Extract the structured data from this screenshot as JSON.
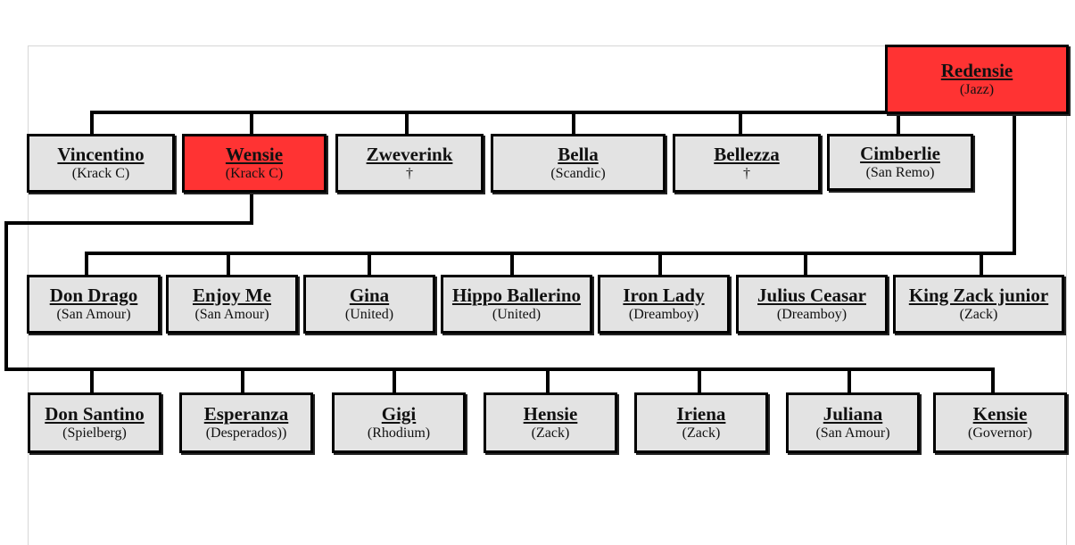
{
  "colors": {
    "highlight": "#ff3333",
    "box": "#e3e3e3",
    "border": "#000000"
  },
  "root": {
    "name": "Redensie",
    "sub": "(Jazz)"
  },
  "row1": [
    {
      "name": "Vincentino",
      "sub": "(Krack C)"
    },
    {
      "name": "Wensie",
      "sub": "(Krack C)"
    },
    {
      "name": "Zweverink",
      "sub": "†"
    },
    {
      "name": "Bella",
      "sub": "(Scandic)"
    },
    {
      "name": "Bellezza",
      "sub": "†"
    },
    {
      "name": "Cimberlie",
      "sub": "(San Remo)"
    }
  ],
  "row2": [
    {
      "name": "Don Drago",
      "sub": "(San Amour)"
    },
    {
      "name": "Enjoy Me",
      "sub": "(San Amour)"
    },
    {
      "name": "Gina",
      "sub": "(United)"
    },
    {
      "name": "Hippo Ballerino",
      "sub": "(United)"
    },
    {
      "name": "Iron Lady",
      "sub": "(Dreamboy)"
    },
    {
      "name": "Julius Ceasar",
      "sub": "(Dreamboy)"
    },
    {
      "name": "King Zack junior",
      "sub": "(Zack)"
    }
  ],
  "row3": [
    {
      "name": "Don Santino",
      "sub": "(Spielberg)"
    },
    {
      "name": "Esperanza",
      "sub": "(Desperados))"
    },
    {
      "name": "Gigi",
      "sub": "(Rhodium)"
    },
    {
      "name": "Hensie",
      "sub": "(Zack)"
    },
    {
      "name": "Iriena",
      "sub": "(Zack)"
    },
    {
      "name": "Juliana",
      "sub": "(San Amour)"
    },
    {
      "name": "Kensie",
      "sub": "(Governor)"
    }
  ]
}
